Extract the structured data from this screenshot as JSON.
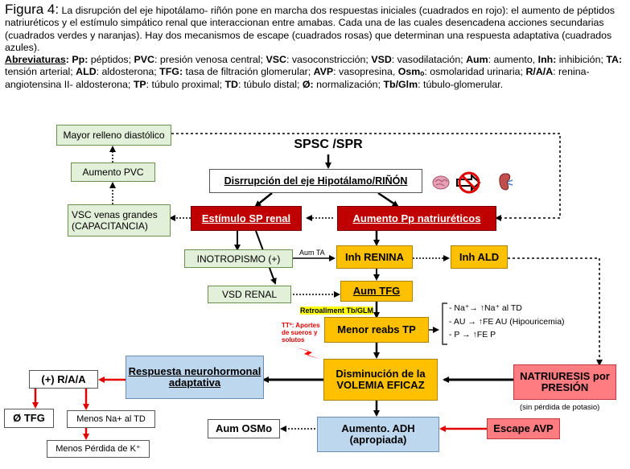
{
  "caption": {
    "fig_label": "Figura 4:",
    "line1": " La disrupción del eje hipotálamo- riñón pone en marcha dos respuestas  iniciales (cuadrados en rojo): el aumento de péptidos natriuréticos y el estímulo simpático renal que interaccionan entre amabas. Cada una de las cuales desencadena acciones secundarias (cuadrados verdes y naranjas). Hay dos mecanismos de escape (cuadrados rosas) que determinan una respuesta adaptativa (cuadrados azules).",
    "abbr_label": "Abreviaturas",
    "abbr_items": [
      {
        "k": "Pp:",
        "v": " péptidos;  "
      },
      {
        "k": "PVC",
        "v": ": presión venosa central; "
      },
      {
        "k": "VSC",
        "v": ": vasoconstricción; "
      },
      {
        "k": "VSD",
        "v": ": vasodilatación;  "
      },
      {
        "k": "Aum",
        "v": ": aumento, "
      },
      {
        "k": "Inh:",
        "v": " inhibición; "
      },
      {
        "k": "TA:",
        "v": " tensión arterial; "
      },
      {
        "k": "ALD",
        "v": ": aldosterona; "
      },
      {
        "k": "TFG:",
        "v": " tasa de filtración glomerular; "
      },
      {
        "k": "AVP",
        "v": ": vasopresina, "
      },
      {
        "k": "Osmₒ",
        "v": ": osmolaridad urinaria; "
      },
      {
        "k": "R/A/A",
        "v": ": renina- angiotensina II- aldosterona; "
      },
      {
        "k": "TP",
        "v": ": túbulo proximal; "
      },
      {
        "k": "TD",
        "v": ": túbulo distal; "
      },
      {
        "k": "Ø:",
        "v": " normalización; "
      },
      {
        "k": "Tb/Glm",
        "v": ": túbulo-glomerular."
      }
    ]
  },
  "nodes": {
    "spsc": "SPSC /SPR",
    "disruption": "Disrrupción del eje  Hipotálamo/RIÑÓN",
    "mayor_relleno": "Mayor relleno diastólico",
    "aumento_pvc": "Aumento PVC",
    "vsc_venas": "VSC venas grandes (CAPACITANCIA)",
    "estimulo_sp": "Estímulo SP renal",
    "aumento_pp": "Aumento Pp natriuréticos",
    "inotropismo": "INOTROPISMO (+)",
    "vsd_renal": "VSD RENAL",
    "inh_renina": "Inh RENINA",
    "inh_ald": "Inh ALD",
    "aum_tfg": "Aum TFG",
    "menor_reabs": "Menor reabs TP",
    "disminucion": "Disminución de la VOLEMIA EFICAZ",
    "respuesta": "Respuesta neurohormonal adaptativa",
    "raa": "(+) R/A/A",
    "phi_tfg": "Ø  TFG",
    "menos_na": "Menos Na+ al TD",
    "menos_perdida": "Menos Pérdida de K⁺",
    "natriuresis": "NATRIURESIS por PRESIÓN",
    "sin_perdida": "(sin pérdida de potasio)",
    "aum_osmo": "Aum OSMo",
    "aumento_adh": "Aumento. ADH (apropiada)",
    "escape_avp": "Escape AVP"
  },
  "labels": {
    "aum_ta": "Aum TA",
    "retroalim": "Retroaliment  Tb/GLM",
    "tto": "TTº: Aportes de sueros y solutos",
    "eff_na": "- Na⁺→ ↑Na⁺ al TD",
    "eff_au": "- AU → ↑FE AU (Hipouricemia)",
    "eff_p": "- P → ↑FE P"
  },
  "colors": {
    "red_box": "#c00000",
    "orange_box": "#ffc000",
    "blue_box": "#bdd7ee",
    "pink_box": "#ff7c80",
    "green_box": "#e2efd9",
    "arrow_red": "#e00000"
  },
  "icons": [
    "brain-icon",
    "prohibition-arrow-icon",
    "kidney-icon"
  ]
}
